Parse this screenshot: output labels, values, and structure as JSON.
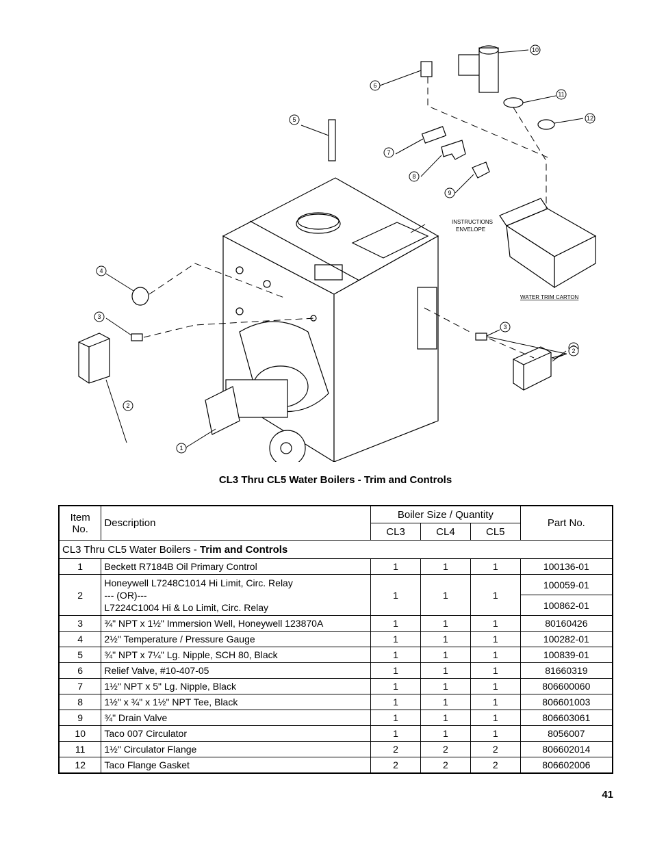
{
  "diagram": {
    "callouts": [
      "1",
      "2",
      "3",
      "4",
      "5",
      "6",
      "7",
      "8",
      "9",
      "10",
      "11",
      "12",
      "2",
      "3"
    ],
    "instructions_label_1": "INSTRUCTIONS",
    "instructions_label_2": "ENVELOPE",
    "carton_label": "WATER  TRIM  CARTON"
  },
  "caption": "CL3 Thru CL5 Water Boilers - Trim and Controls",
  "table": {
    "headers": {
      "item": "Item No.",
      "item_line1": "Item",
      "item_line2": "No.",
      "description": "Description",
      "boiler_group": "Boiler Size / Quantity",
      "cl3": "CL3",
      "cl4": "CL4",
      "cl5": "CL5",
      "part_no": "Part No."
    },
    "section_prefix": "CL3 Thru CL5 Water Boilers - ",
    "section_bold": "Trim and Controls",
    "rows": [
      {
        "item": "1",
        "desc": "Beckett R7184B Oil Primary Control",
        "cl3": "1",
        "cl4": "1",
        "cl5": "1",
        "part": "100136-01"
      },
      {
        "item": "2",
        "desc_line1": "Honeywell L7248C1014 Hi Limit, Circ. Relay",
        "desc_line2": "--- (OR)---",
        "desc_line3": "L7224C1004 Hi & Lo Limit, Circ. Relay",
        "cl3": "1",
        "cl4": "1",
        "cl5": "1",
        "part_a": "100059-01",
        "part_b": "100862-01"
      },
      {
        "item": "3",
        "desc": "¾\" NPT x 1½\" Immersion Well, Honeywell 123870A",
        "cl3": "1",
        "cl4": "1",
        "cl5": "1",
        "part": "80160426"
      },
      {
        "item": "4",
        "desc": "2½\" Temperature / Pressure Gauge",
        "cl3": "1",
        "cl4": "1",
        "cl5": "1",
        "part": "100282-01"
      },
      {
        "item": "5",
        "desc": "¾\" NPT x 7¼\" Lg. Nipple, SCH 80, Black",
        "cl3": "1",
        "cl4": "1",
        "cl5": "1",
        "part": "100839-01"
      },
      {
        "item": "6",
        "desc": "Relief Valve, #10-407-05",
        "cl3": "1",
        "cl4": "1",
        "cl5": "1",
        "part": "81660319"
      },
      {
        "item": "7",
        "desc": "1½\" NPT x 5\" Lg. Nipple, Black",
        "cl3": "1",
        "cl4": "1",
        "cl5": "1",
        "part": "806600060"
      },
      {
        "item": "8",
        "desc": "1½\" x ¾\" x 1½\" NPT Tee, Black",
        "cl3": "1",
        "cl4": "1",
        "cl5": "1",
        "part": "806601003"
      },
      {
        "item": "9",
        "desc": "¾\" Drain Valve",
        "cl3": "1",
        "cl4": "1",
        "cl5": "1",
        "part": "806603061"
      },
      {
        "item": "10",
        "desc": "Taco 007 Circulator",
        "cl3": "1",
        "cl4": "1",
        "cl5": "1",
        "part": "8056007"
      },
      {
        "item": "11",
        "desc": "1½\" Circulator Flange",
        "cl3": "2",
        "cl4": "2",
        "cl5": "2",
        "part": "806602014"
      },
      {
        "item": "12",
        "desc": "Taco Flange Gasket",
        "cl3": "2",
        "cl4": "2",
        "cl5": "2",
        "part": "806602006"
      }
    ]
  },
  "page_number": "41"
}
